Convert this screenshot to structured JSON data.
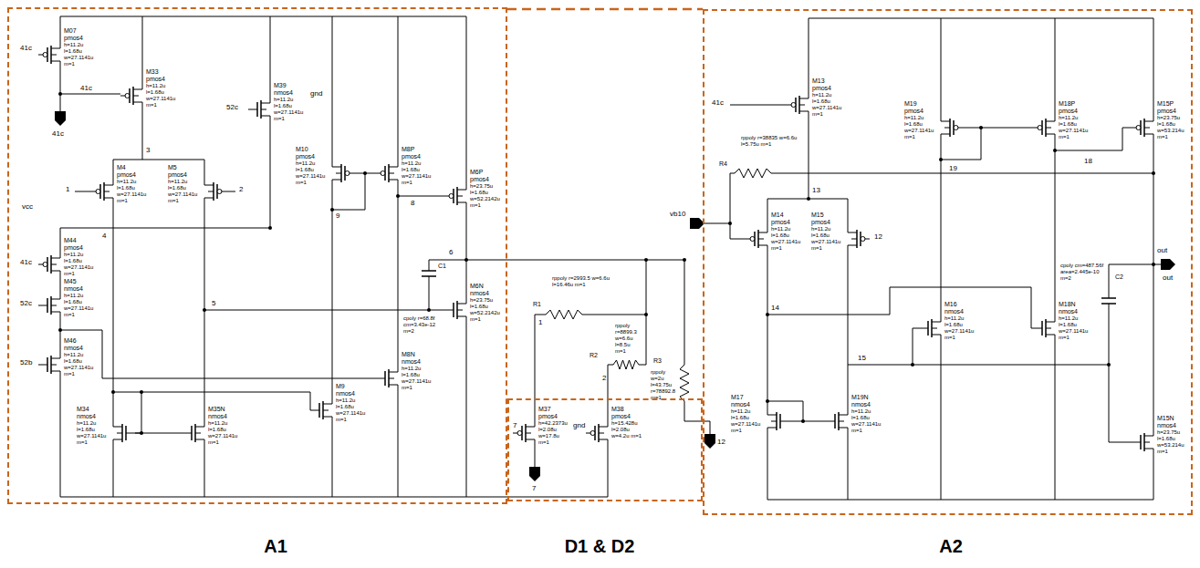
{
  "diagram": {
    "nodes": [
      {
        "text": [
          "A1"
        ]
      },
      {
        "text": [
          "D1 & D2"
        ]
      },
      {
        "text": [
          "A2"
        ]
      }
    ],
    "labels": [
      "M07",
      "pmos4",
      "h=11.2u l=1.68u w=27.1141u m=1",
      "M33",
      "pmos4",
      "h=11.2u l=1.68u w=27.1141u m=1",
      "M4",
      "pmos4",
      "h=11.2u l=1.68u w=27.1141u m=1",
      "M5",
      "pmos4",
      "h=11.2u l=1.68u w=27.1141u m=1",
      "M44",
      "pmos4",
      "h=11.2u l=1.68u w=27.1141u m=1",
      "M45",
      "nmos4",
      "h=11.2u l=1.68u w=27.1141u m=1",
      "M46",
      "nmos4",
      "h=11.2u l=1.68u w=27.1141u m=1",
      "M34",
      "nmos4",
      "h=11.2u l=1.68u w=27.1141u m=1",
      "M35N",
      "nmos4",
      "h=11.2u l=1.68u w=27.1141u m=1",
      "M39",
      "nmos4",
      "h=11.2u l=1.68u w=27.1141u m=1",
      "M10",
      "pmos4",
      "h=11.2u l=1.68u w=27.1141u m=1",
      "M8P",
      "pmos4",
      "h=11.2u l=1.68u w=27.1141u m=1",
      "M6P",
      "pmos4",
      "h=23.75u l=1.68u w=52.2142u m=1",
      "M6N",
      "nmos4",
      "h=23.75u l=1.68u w=52.2142u m=1",
      "M8N",
      "nmos4",
      "h=11.2u l=1.68u w=27.1141u m=1",
      "M9",
      "nmos4",
      "h=11.2u l=1.68u w=27.1141u m=1",
      "M37",
      "pmos4",
      "h=42.2373u l=2.08u w=17.8u m=1",
      "M38",
      "pmos4",
      "h=15.428u l=2.08u w=4.2u m=1",
      "M13",
      "pmos4",
      "h=11.2u l=1.68u w=27.1141u m=1",
      "M14",
      "pmos4",
      "h=11.2u l=1.68u w=27.1141u m=1",
      "M15",
      "pmos4",
      "h=11.2u l=1.68u w=27.1141u m=1",
      "M19",
      "pmos4",
      "h=11.2u l=1.68u w=27.1141u m=1",
      "M18P",
      "pmos4",
      "h=11.2u l=1.68u w=27.1141u m=1",
      "M15P",
      "pmos4",
      "h=23.75u l=1.68u w=53.214u m=1",
      "M16",
      "nmos4",
      "h=11.2u l=1.68u w=27.1141u m=1",
      "M18N",
      "nmos4",
      "h=11.2u l=1.68u w=27.1141u m=1",
      "M17",
      "nmos4",
      "h=11.2u l=1.68u w=27.1141u m=1",
      "M19N",
      "nmos4",
      "h=11.2u l=1.68u w=27.1141u m=1",
      "M15N",
      "nmos4",
      "h=23.75u l=1.68u w=53.214u m=1",
      "41c",
      "41c",
      "41c",
      "52c",
      "gnd",
      "3",
      "1",
      "2",
      "vcc",
      "41c",
      "4",
      "52c",
      "52b",
      "5",
      "9",
      "8",
      "6",
      "C1",
      "cpoly r=68.8f cm=3.43e-12 m=2",
      "R1",
      "rppoly r=2993.5 w=6.6u l=16.46u m=1",
      "1",
      "R2",
      "rppoly r=8899.3 w=6.6u l=8.5u m=1",
      "2",
      "R3",
      "rppoly w=2u l=43.75u r=78892.8 m=1",
      "7",
      "gnd",
      "7",
      "vb10",
      "12",
      "41c",
      "R4",
      "rppoly r=38835 w=6.6u l=5.75u m=1",
      "13",
      "12",
      "14",
      "15",
      "19",
      "18",
      "C2",
      "cpoly cm=487.56f area=2.445e-10 m=2",
      "out",
      "out"
    ]
  }
}
